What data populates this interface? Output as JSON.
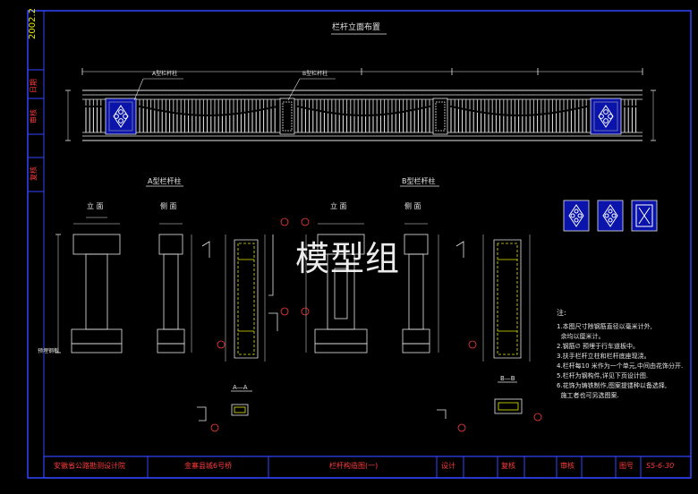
{
  "drawing": {
    "main_title": "栏杆立面布置",
    "label_a_post": "A型栏杆柱",
    "label_b_post": "B型栏杆柱",
    "section_a_title": "A型栏杆柱",
    "section_b_title": "B型栏杆柱",
    "view_front_a": "立 面",
    "view_side_a": "侧 面",
    "view_front_b": "立 面",
    "view_side_b": "侧 面",
    "section_aa": "A—A",
    "section_bb": "B—B",
    "base_label": "预埋钢板",
    "watermark": "模型组"
  },
  "left_strip": {
    "year": "2002.2",
    "date_label": "日期",
    "review_label": "审核",
    "check_label": "复核"
  },
  "notes": {
    "heading": "注:",
    "lines": [
      "1.本图尺寸除钢筋直径以毫米计外,",
      "  余均以厘米计。",
      "2.钢筋∅ 预埋于行车道板中。",
      "3.扶手栏杆立柱和栏杆底座现浇。",
      "4.栏杆每10 米作为一个单元,中间由花饰分开.",
      "5.栏杆为钢构件,详见下页设计图.",
      "6.花饰为铸铁制作,图案提镂种以备选择,",
      "  施工者也可另选图案."
    ]
  },
  "title_block": {
    "institute": "安徽省公路勘测设计院",
    "project": "金寨县城6号桥",
    "drawing_name": "栏杆构造图(一)",
    "design_label": "设计",
    "check_label": "复核",
    "review_label": "审核",
    "number_label": "图号",
    "number_value": "S5-6-30"
  },
  "colors": {
    "frame": "#3344ff",
    "red_text": "#ff3b3b",
    "white_line": "#e6e6e6",
    "yellow": "#e6e600"
  }
}
